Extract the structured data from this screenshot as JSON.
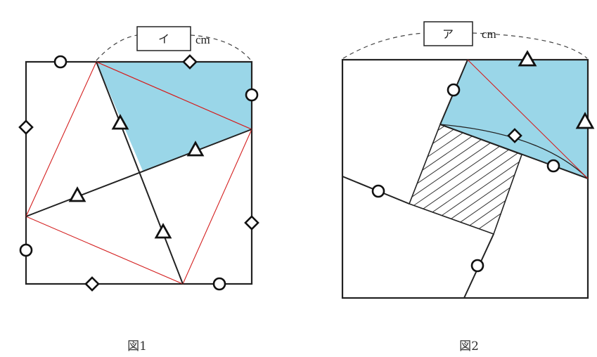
{
  "figure1": {
    "caption": "図1",
    "box_label": "イ",
    "unit": "cm"
  },
  "figure2": {
    "caption": "図2",
    "box_label": "ア",
    "unit": "cm"
  },
  "colors": {
    "shade": "#9ad6e8",
    "red_line": "#d42020",
    "outline": "#222222"
  },
  "markers": {
    "circle": "circle-mark",
    "triangle": "triangle-mark",
    "diamond": "diamond-mark"
  }
}
